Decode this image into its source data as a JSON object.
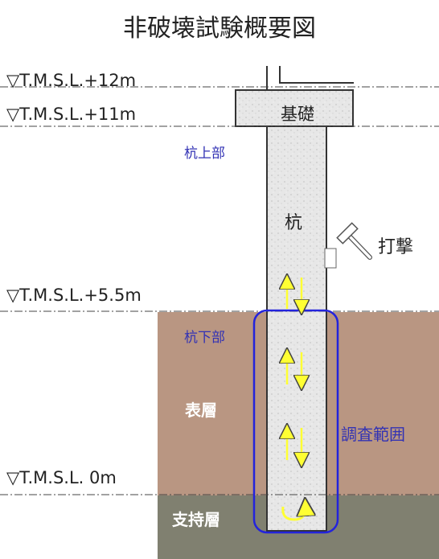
{
  "title": "非破壊試験概要図",
  "elevations": [
    "▽T.M.S.L.+12m",
    "▽T.M.S.L.+11m",
    "▽T.M.S.L.+5.5m",
    "▽T.M.S.L. 0m"
  ],
  "labels": {
    "foundation": "基礎",
    "pile": "杭",
    "pile_top": "杭上部",
    "pile_bottom": "杭下部",
    "hammer": "打撃",
    "surface_layer": "表層",
    "bearing_layer": "支持層",
    "survey_range": "調査範囲"
  },
  "colors": {
    "surface_soil": "#b99682",
    "bearing_soil": "#808070",
    "survey_outline": "#2323dc",
    "arrow_yellow": "#ffff33",
    "label_blue": "#3232b4"
  }
}
